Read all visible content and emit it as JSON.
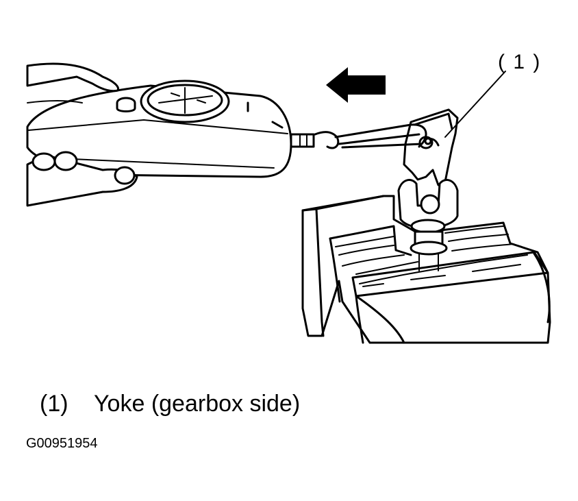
{
  "callout": {
    "label": "( 1 )"
  },
  "caption": {
    "number": "(1)",
    "text": "Yoke (gearbox side)"
  },
  "figure_code": "G00951954",
  "colors": {
    "ink": "#000000",
    "paper": "#ffffff"
  }
}
